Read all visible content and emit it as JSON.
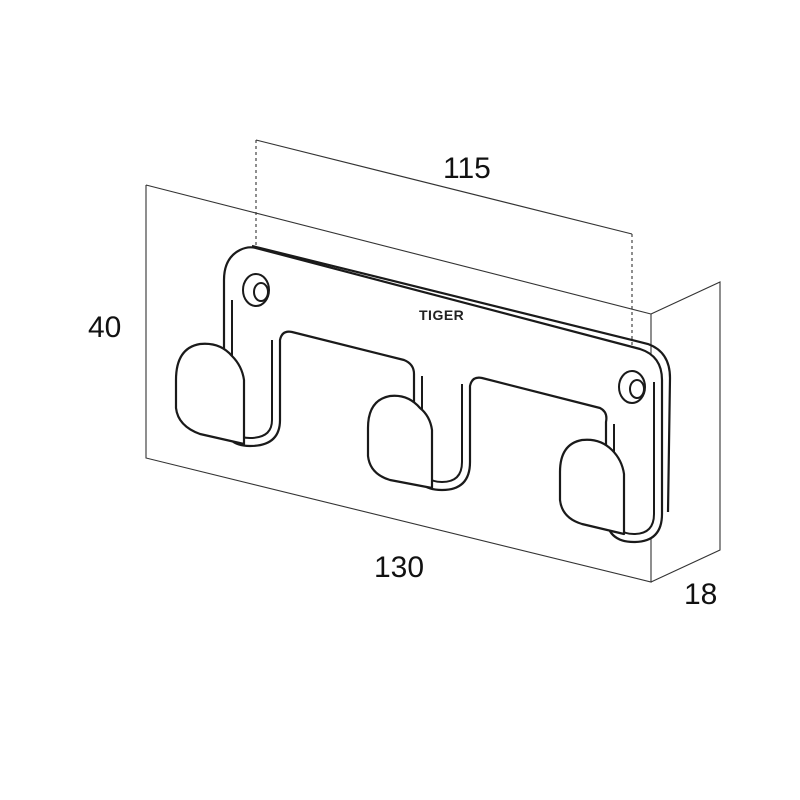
{
  "dimensions": {
    "hole_spacing": "115",
    "width": "130",
    "height": "40",
    "depth": "18"
  },
  "brand": "TIGER",
  "colors": {
    "line": "#1a1a1a",
    "box_line": "#333333",
    "background": "#ffffff"
  },
  "icons": {
    "product": "triple-wall-hook"
  }
}
